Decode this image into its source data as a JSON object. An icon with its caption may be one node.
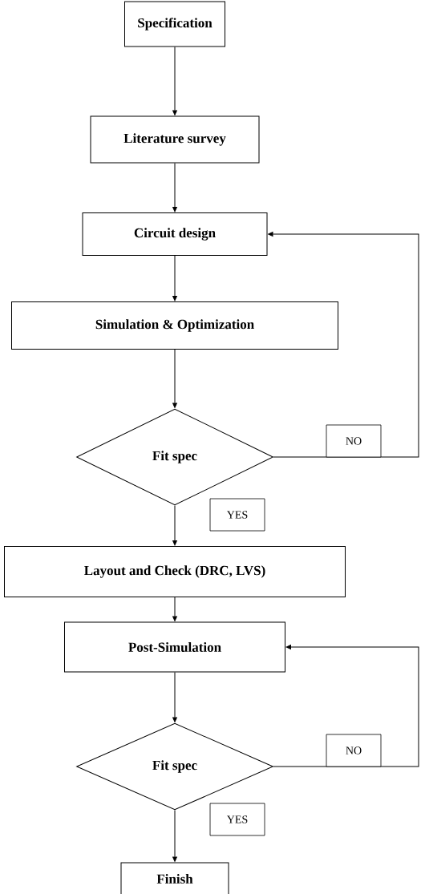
{
  "diagram": {
    "nodes": [
      {
        "text": [
          "Specification"
        ]
      },
      {
        "text": [
          "Literature survey"
        ]
      },
      {
        "text": [
          "Circuit design"
        ]
      },
      {
        "text": [
          "Simulation & Optimization"
        ]
      },
      {
        "text": [
          "Fit spec"
        ]
      },
      {
        "text": [
          "Layout and Check (DRC, LVS)"
        ]
      },
      {
        "text": [
          "Post-Simulation"
        ]
      },
      {
        "text": [
          "Fit spec"
        ]
      },
      {
        "text": [
          "Finish"
        ]
      }
    ],
    "edges": [
      {
        "from": 0,
        "to": 1,
        "arrow": "to"
      },
      {
        "from": 1,
        "to": 2,
        "arrow": "to"
      },
      {
        "from": 2,
        "to": 3,
        "arrow": "to"
      },
      {
        "from": 3,
        "to": 4,
        "arrow": "to"
      },
      {
        "from": 4,
        "to": 5,
        "arrow": "to",
        "label": "YES"
      },
      {
        "from": 5,
        "to": 6,
        "arrow": "to"
      },
      {
        "from": 6,
        "to": 7,
        "arrow": "to"
      },
      {
        "from": 7,
        "to": 8,
        "arrow": "to",
        "label": "YES"
      },
      {
        "from": 4,
        "to": 2,
        "arrow": "to",
        "label": "NO"
      },
      {
        "from": 7,
        "to": 6,
        "arrow": "to",
        "label": "NO"
      }
    ]
  }
}
